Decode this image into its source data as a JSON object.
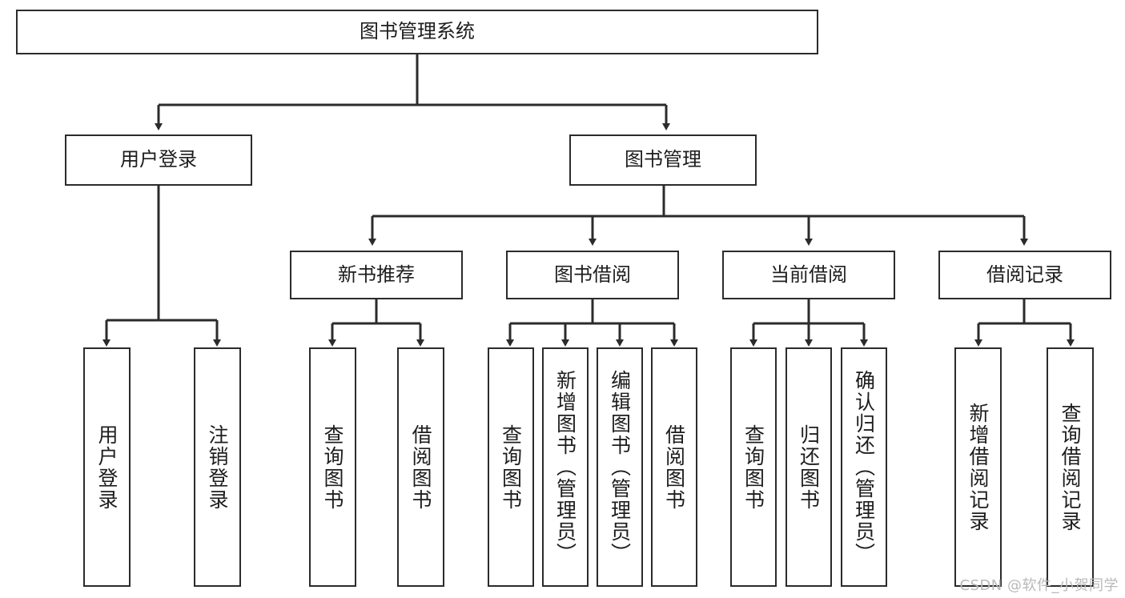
{
  "diagram": {
    "title": "图书管理系统",
    "type": "hierarchy-tree",
    "watermark": "CSDN @软件_小贺同学",
    "colors": {
      "stroke": "#2b2b2b",
      "fill": "#ffffff",
      "text": "#1d1d1d",
      "watermark": "#b9b9b9"
    },
    "levels": {
      "root": {
        "label": "图书管理系统"
      },
      "level2": [
        {
          "id": "user-login",
          "label": "用户登录"
        },
        {
          "id": "book-manage",
          "label": "图书管理"
        }
      ],
      "level3": [
        {
          "id": "new-book-recommend",
          "label": "新书推荐"
        },
        {
          "id": "book-borrow",
          "label": "图书借阅"
        },
        {
          "id": "current-borrow",
          "label": "当前借阅"
        },
        {
          "id": "borrow-record",
          "label": "借阅记录"
        }
      ],
      "leaves": {
        "user-login": [
          {
            "id": "leaf-user-login",
            "label": "用户登录"
          },
          {
            "id": "leaf-logout",
            "label": "注销登录"
          }
        ],
        "new-book-recommend": [
          {
            "id": "leaf-query-book-1",
            "label": "查询图书"
          },
          {
            "id": "leaf-borrow-book-1",
            "label": "借阅图书"
          }
        ],
        "book-borrow": [
          {
            "id": "leaf-query-book-2",
            "label": "查询图书"
          },
          {
            "id": "leaf-add-book",
            "label": "新增图书（管理员）"
          },
          {
            "id": "leaf-edit-book",
            "label": "编辑图书（管理员）"
          },
          {
            "id": "leaf-borrow-book-2",
            "label": "借阅图书"
          }
        ],
        "current-borrow": [
          {
            "id": "leaf-query-book-3",
            "label": "查询图书"
          },
          {
            "id": "leaf-return-book",
            "label": "归还图书"
          },
          {
            "id": "leaf-confirm-return",
            "label": "确认归还（管理员）"
          }
        ],
        "borrow-record": [
          {
            "id": "leaf-add-record",
            "label": "新增借阅记录"
          },
          {
            "id": "leaf-query-record",
            "label": "查询借阅记录"
          }
        ]
      }
    }
  }
}
